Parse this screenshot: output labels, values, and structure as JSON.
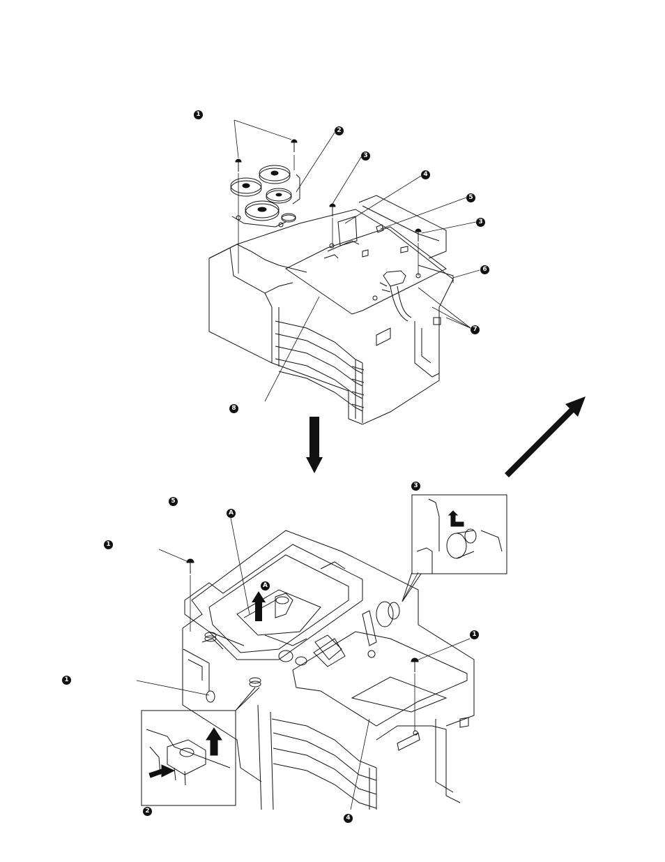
{
  "callouts": {
    "top": [
      "1",
      "2",
      "3",
      "4",
      "5",
      "3",
      "6",
      "7",
      "8"
    ],
    "bottom": [
      "5",
      "A",
      "1",
      "A",
      "1",
      "1",
      "3",
      "2",
      "4"
    ]
  },
  "colors": {
    "line": "#111111",
    "paper": "#ffffff",
    "callout_bg": "#111111",
    "callout_fg": "#ffffff"
  }
}
